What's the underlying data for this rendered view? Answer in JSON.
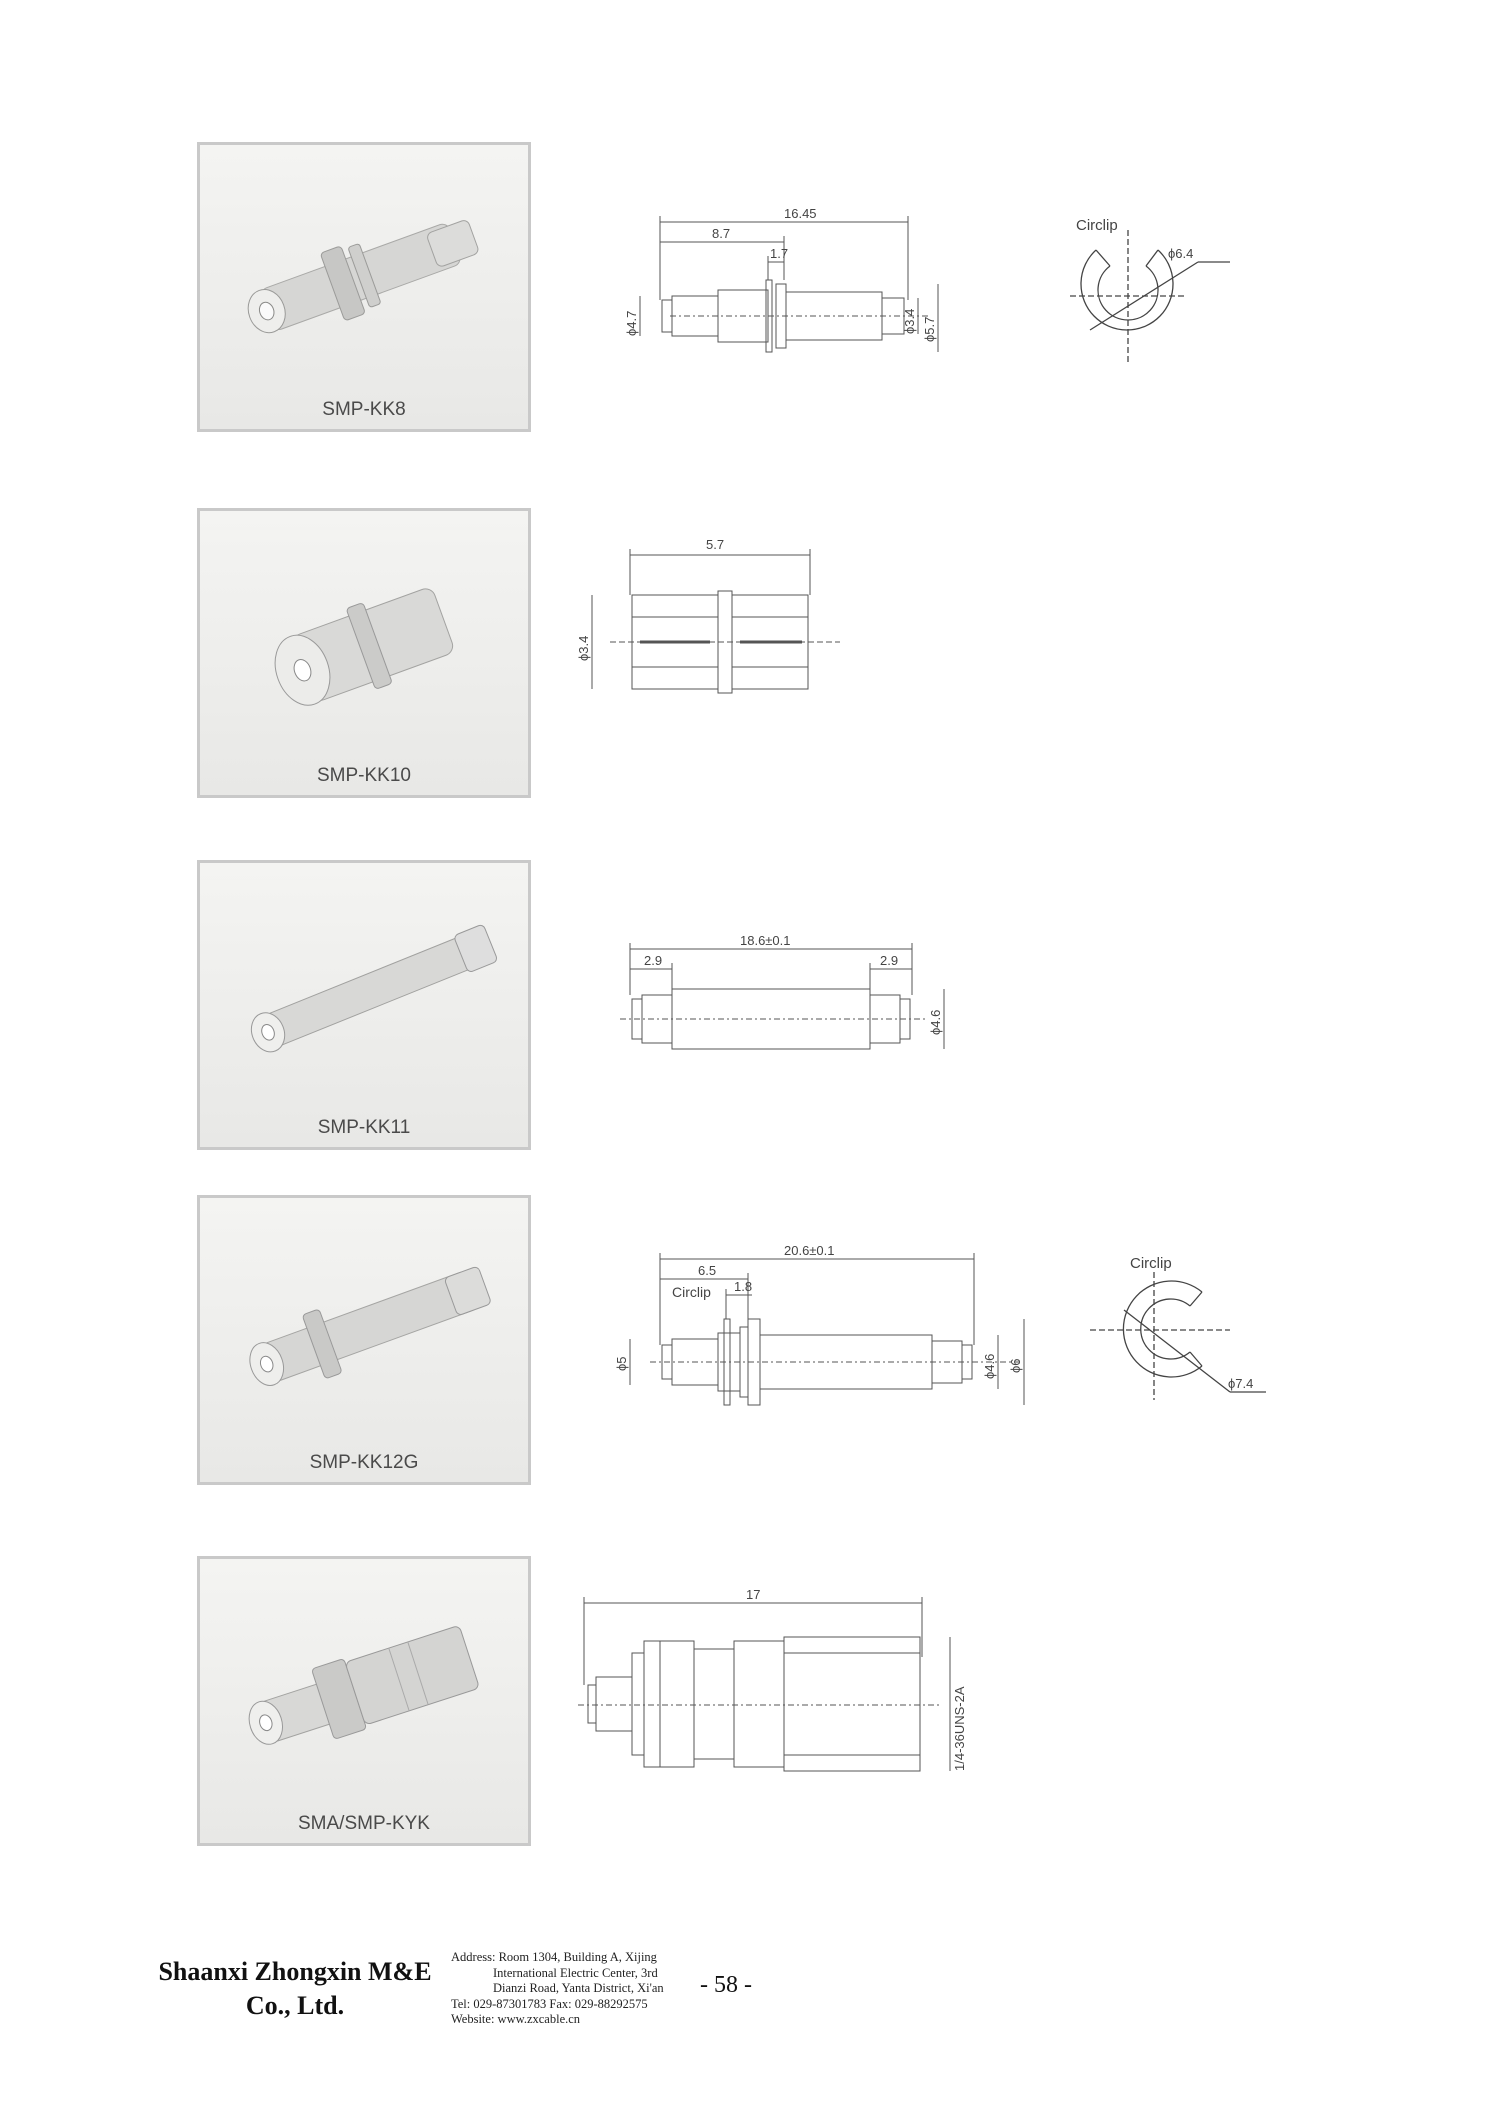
{
  "products": [
    {
      "name": "SMP-KK8",
      "dimensions": {
        "overall": "16.45",
        "left_length": "8.7",
        "flange": "1.7",
        "left_dia": "ϕ4.7",
        "right_dia_inner": "ϕ3.4",
        "right_dia_outer": "ϕ5.7"
      },
      "circlip": {
        "label": "Circlip",
        "dia": "ϕ6.4"
      }
    },
    {
      "name": "SMP-KK10",
      "dimensions": {
        "length": "5.7",
        "dia": "ϕ3.4"
      }
    },
    {
      "name": "SMP-KK11",
      "dimensions": {
        "overall": "18.6±0.1",
        "left_end": "2.9",
        "right_end": "2.9",
        "dia": "ϕ4.6"
      }
    },
    {
      "name": "SMP-KK12G",
      "dimensions": {
        "overall": "20.6±0.1",
        "left_length": "6.5",
        "flange": "1.8",
        "circlip_callout": "Circlip",
        "left_dia": "ϕ5",
        "dia_inner": "ϕ4.6",
        "dia_outer": "ϕ6"
      },
      "circlip": {
        "label": "Circlip",
        "dia": "ϕ7.4"
      }
    },
    {
      "name": "SMA/SMP-KYK",
      "dimensions": {
        "overall": "17",
        "thread": "1/4-36UNS-2A"
      }
    }
  ],
  "footer": {
    "company_line1": "Shaanxi Zhongxin M&E",
    "company_line2": "Co., Ltd.",
    "address_line1": "Address: Room 1304, Building A, Xijing",
    "address_line2": "International Electric Center, 3rd",
    "address_line3": "Dianzi Road, Yanta District, Xi'an",
    "phone": "Tel: 029-87301783    Fax: 029-88292575",
    "website": "Website: www.zxcable.cn",
    "page_number": "- 58 -"
  }
}
